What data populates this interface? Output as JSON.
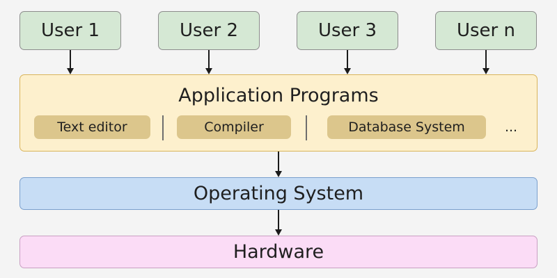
{
  "users": [
    {
      "label": "User 1"
    },
    {
      "label": "User 2"
    },
    {
      "label": "User 3"
    },
    {
      "label": "User n"
    }
  ],
  "application": {
    "title": "Application Programs",
    "items": [
      {
        "label": "Text editor"
      },
      {
        "label": "Compiler"
      },
      {
        "label": "Database System"
      }
    ],
    "more": "..."
  },
  "operating_system": {
    "label": "Operating System"
  },
  "hardware": {
    "label": "Hardware"
  },
  "colors": {
    "user_fill": "#d5e8d4",
    "application_fill": "#fdf0cd",
    "application_item_fill": "#dcc68c",
    "operating_system_fill": "#c7ddf5",
    "hardware_fill": "#fbdcf6",
    "arrow": "#1a1a1a"
  }
}
